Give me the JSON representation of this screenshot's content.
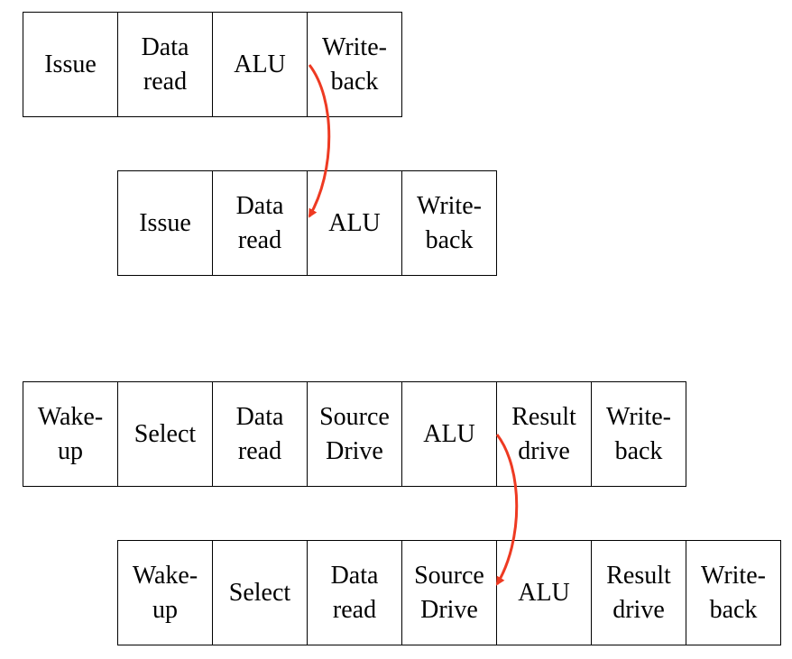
{
  "diagram": {
    "pipelines": [
      {
        "id": "simple-1",
        "stages": [
          "Issue",
          "Data\nread",
          "ALU",
          "Write-\nback"
        ]
      },
      {
        "id": "simple-2",
        "stages": [
          "Issue",
          "Data\nread",
          "ALU",
          "Write-\nback"
        ]
      },
      {
        "id": "detailed-1",
        "stages": [
          "Wake-\nup",
          "Select",
          "Data\nread",
          "Source\nDrive",
          "ALU",
          "Result\ndrive",
          "Write-\nback"
        ]
      },
      {
        "id": "detailed-2",
        "stages": [
          "Wake-\nup",
          "Select",
          "Data\nread",
          "Source\nDrive",
          "ALU",
          "Result\ndrive",
          "Write-\nback"
        ]
      }
    ],
    "arrows": [
      {
        "from": "simple-1 ALU",
        "to": "simple-2 ALU"
      },
      {
        "from": "detailed-1 ALU",
        "to": "detailed-2 ALU"
      }
    ],
    "arrow_color": "#ee3a22"
  }
}
